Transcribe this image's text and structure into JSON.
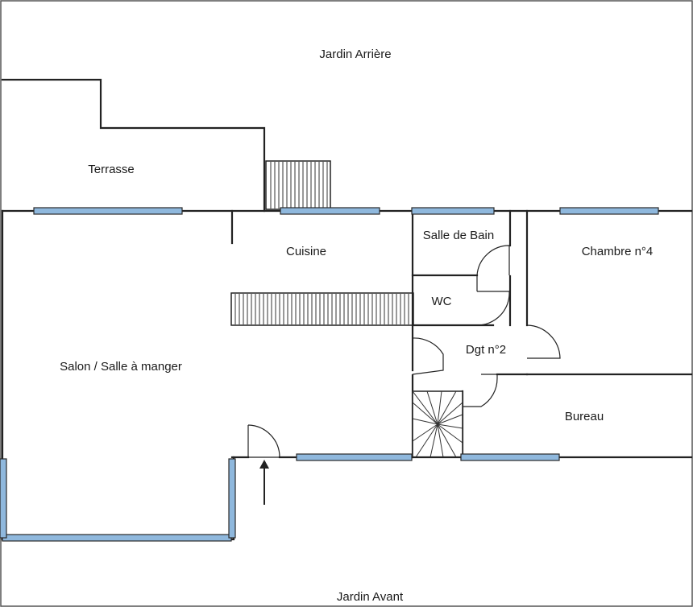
{
  "plan": {
    "rooms": {
      "jardin_arriere": "Jardin Arrière",
      "terrasse": "Terrasse",
      "cuisine": "Cuisine",
      "salle_de_bain": "Salle de Bain",
      "chambre_4": "Chambre n°4",
      "wc": "WC",
      "salon": "Salon / Salle à manger",
      "degagement_2": "Dgt n°2",
      "bureau": "Bureau",
      "jardin_avant": "Jardin Avant"
    },
    "colors": {
      "wall": "#222222",
      "window": "#8fb8dd",
      "background": "#ffffff"
    },
    "icons": {
      "entrance": "entrance-arrow-icon"
    }
  }
}
